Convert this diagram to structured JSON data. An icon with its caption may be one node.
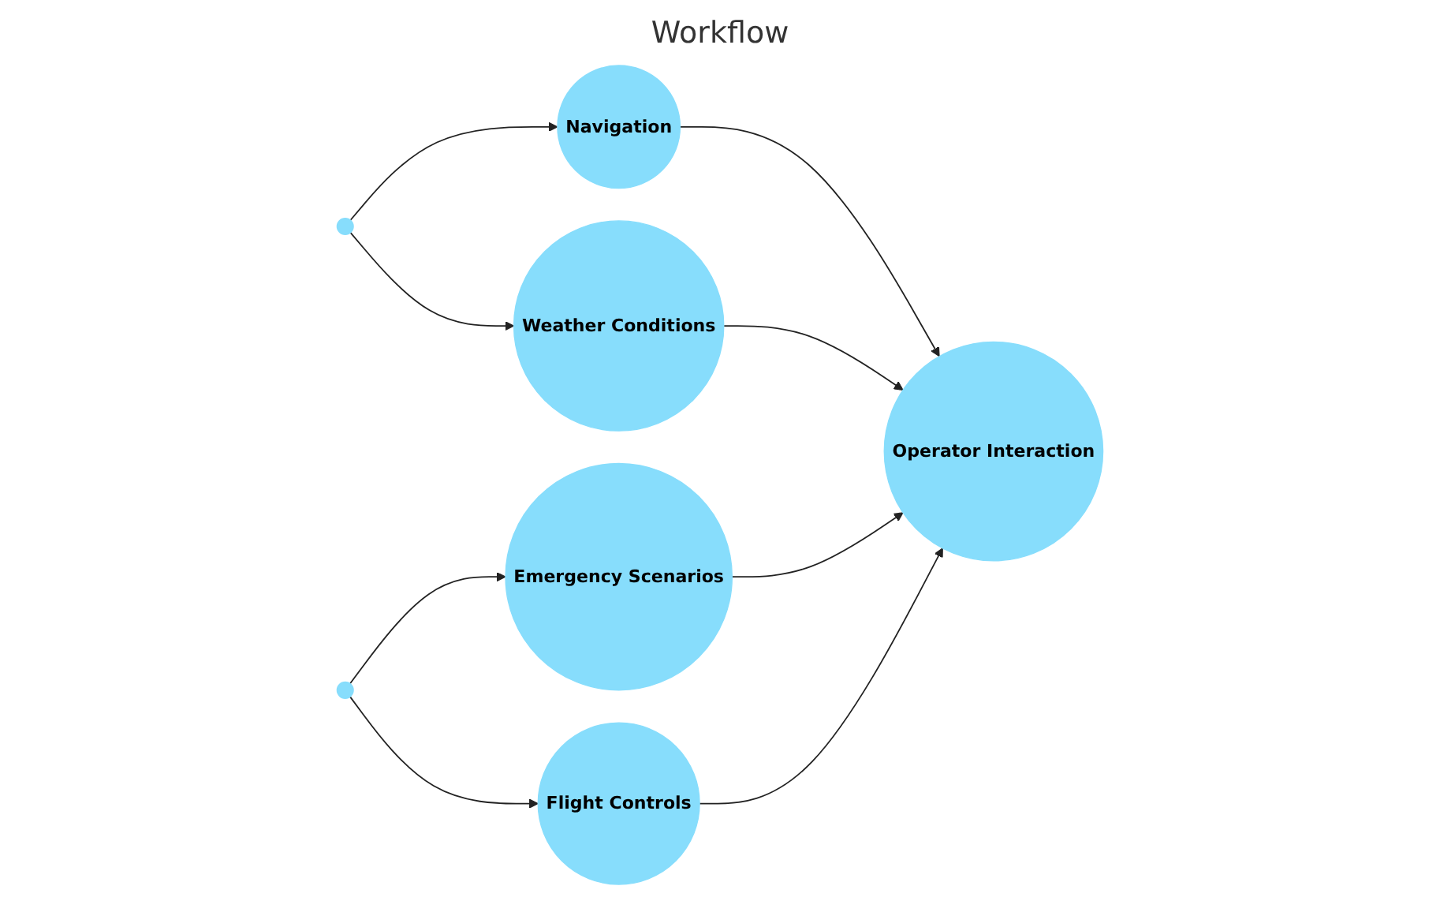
{
  "diagram": {
    "title": "Workflow",
    "nodes": [
      {
        "text": [],
        "shape": "circle"
      },
      {
        "text": [
          "Navigation"
        ]
      },
      {
        "text": [
          "Weather Conditions"
        ]
      },
      {
        "text": [
          "Emergency Scenarios"
        ]
      },
      {
        "text": [
          "Flight Controls"
        ]
      },
      {
        "text": [
          "Operator Interaction"
        ]
      },
      {
        "text": [],
        "shape": "circle"
      }
    ],
    "edges": [
      {
        "from": 0,
        "to": 1,
        "arrow": "to"
      },
      {
        "from": 0,
        "to": 2,
        "arrow": "to"
      },
      {
        "from": 6,
        "to": 3,
        "arrow": "to"
      },
      {
        "from": 6,
        "to": 4,
        "arrow": "to"
      },
      {
        "from": 1,
        "to": 5,
        "arrow": "to"
      },
      {
        "from": 2,
        "to": 5,
        "arrow": "to"
      },
      {
        "from": 3,
        "to": 5,
        "arrow": "to"
      },
      {
        "from": 4,
        "to": 5,
        "arrow": "to"
      }
    ]
  }
}
